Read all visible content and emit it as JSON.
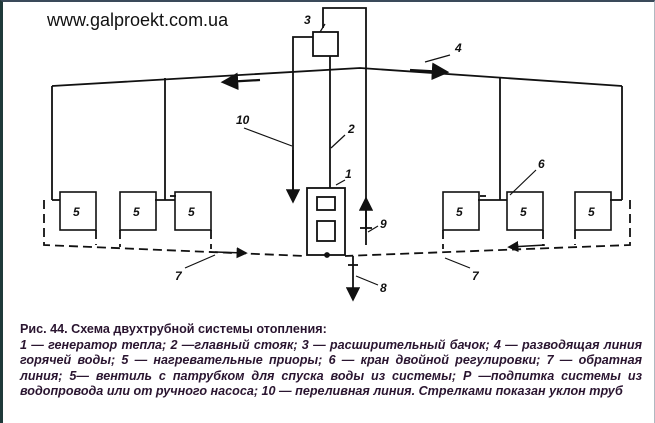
{
  "watermark": "www.galproekt.com.ua",
  "diagram": {
    "labels": {
      "l1": "1",
      "l2": "2",
      "l3": "3",
      "l4": "4",
      "l5": "5",
      "l6": "6",
      "l7": "7",
      "l8": "8",
      "l9": "9",
      "l10": "10"
    }
  },
  "caption": {
    "title": "Рис. 44. Схема двухтрубной системы отопления:",
    "body": "1 — генератор тепла; 2 —главный стояк; 3 — расширительный бачок; 4 — разводящая линия горячей воды; 5 — нагревательные приоры; 6 — кран двойной регулировки; 7 — обратная линия; 5— вентиль с патрубком для спуска воды из системы; Р —подпитка системы из водопровода или от ручного насоса; 10 — переливная линия. Стрелками показан уклон труб"
  }
}
